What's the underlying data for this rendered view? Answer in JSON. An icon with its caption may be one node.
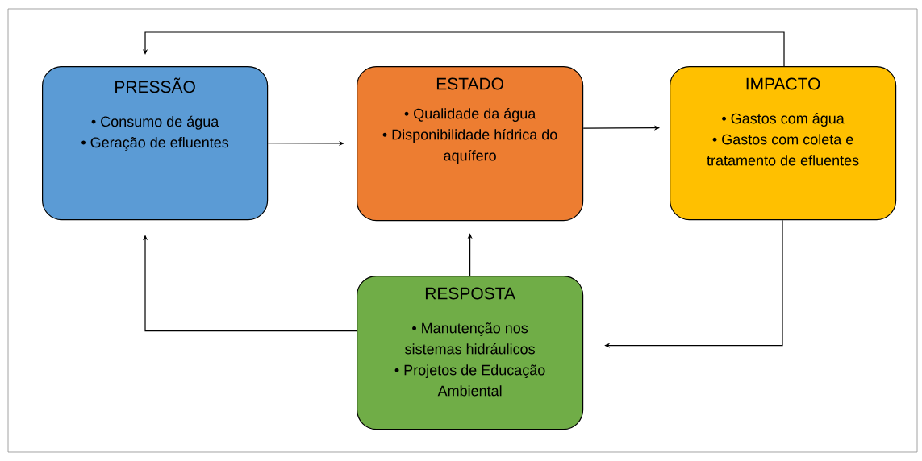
{
  "diagram": {
    "nodes": [
      {
        "text": [
          "PRESSÃO",
          "• Consumo de água",
          "• Geração de efluentes"
        ]
      },
      {
        "text": [
          "ESTADO",
          "• Qualidade da água",
          "• Disponibilidade hídrica do aquífero"
        ]
      },
      {
        "text": [
          "IMPACTO",
          "• Gastos com água",
          "• Gastos com coleta e tratamento de efluentes"
        ]
      },
      {
        "text": [
          "RESPOSTA",
          "• Manutenção nos sistemas hidráulicos",
          "• Projetos de Educação Ambiental"
        ]
      }
    ],
    "edges": [
      {
        "from": 0,
        "to": 1,
        "arrow": "to"
      },
      {
        "from": 1,
        "to": 2,
        "arrow": "to"
      },
      {
        "from": 2,
        "to": 0,
        "arrow": "to"
      },
      {
        "from": 2,
        "to": 3,
        "arrow": "to"
      },
      {
        "from": 3,
        "to": 1,
        "arrow": "to"
      },
      {
        "from": 3,
        "to": 0,
        "arrow": "to"
      }
    ]
  }
}
